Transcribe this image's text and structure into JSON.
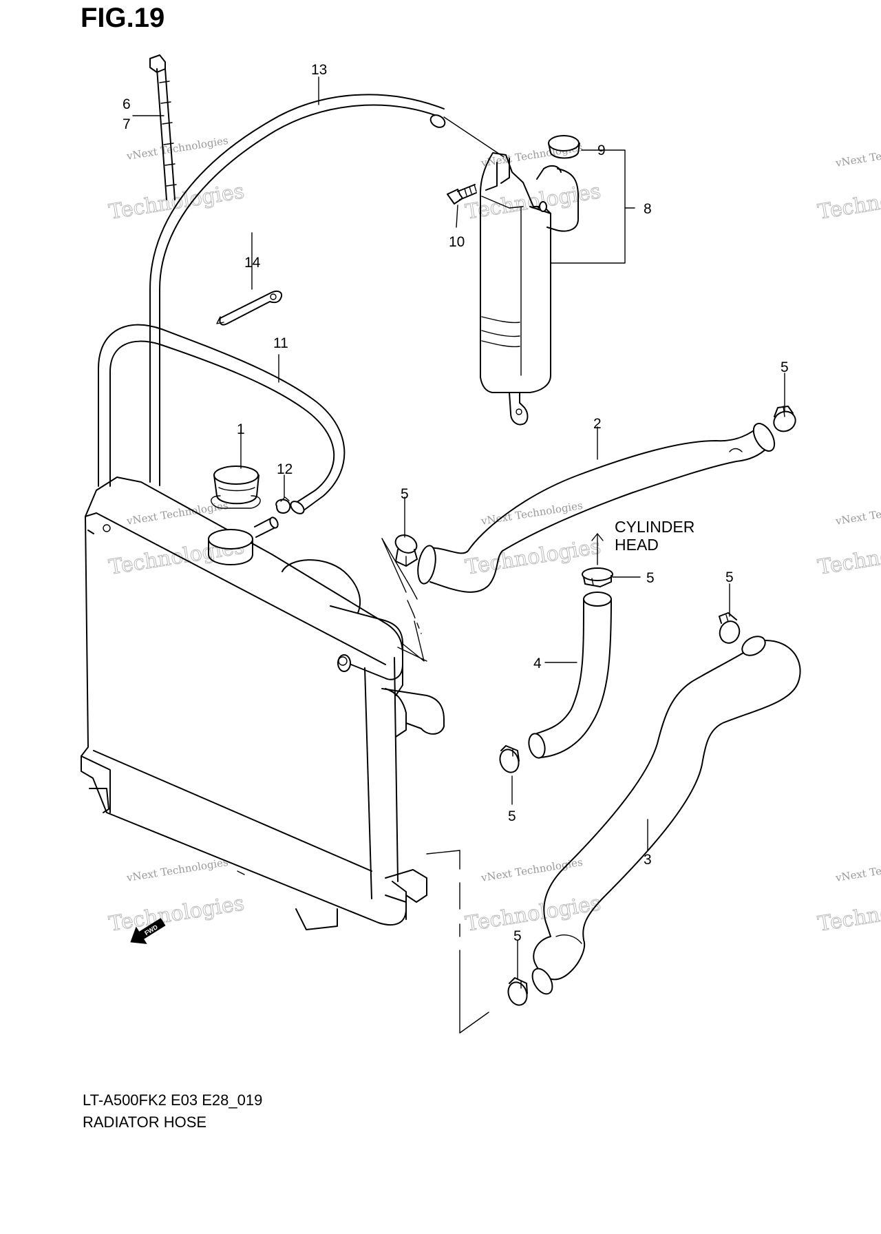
{
  "figure": {
    "title": "FIG.19",
    "code": "LT-A500FK2 E03 E28_019",
    "name": "RADIATOR HOSE"
  },
  "annotation": {
    "line1": "CYLINDER",
    "line2": "HEAD"
  },
  "fwd_label": "FWD",
  "watermark": {
    "line1": "vNext Technologies",
    "line2": "vNext",
    "line3": "Technologies"
  },
  "callouts": {
    "c1": "1",
    "c2": "2",
    "c3": "3",
    "c4": "4",
    "c5a": "5",
    "c5b": "5",
    "c5c": "5",
    "c5d": "5",
    "c5e": "5",
    "c5f": "5",
    "c6": "6",
    "c7": "7",
    "c8": "8",
    "c9": "9",
    "c10": "10",
    "c11": "11",
    "c12": "12",
    "c13": "13",
    "c14": "14"
  }
}
